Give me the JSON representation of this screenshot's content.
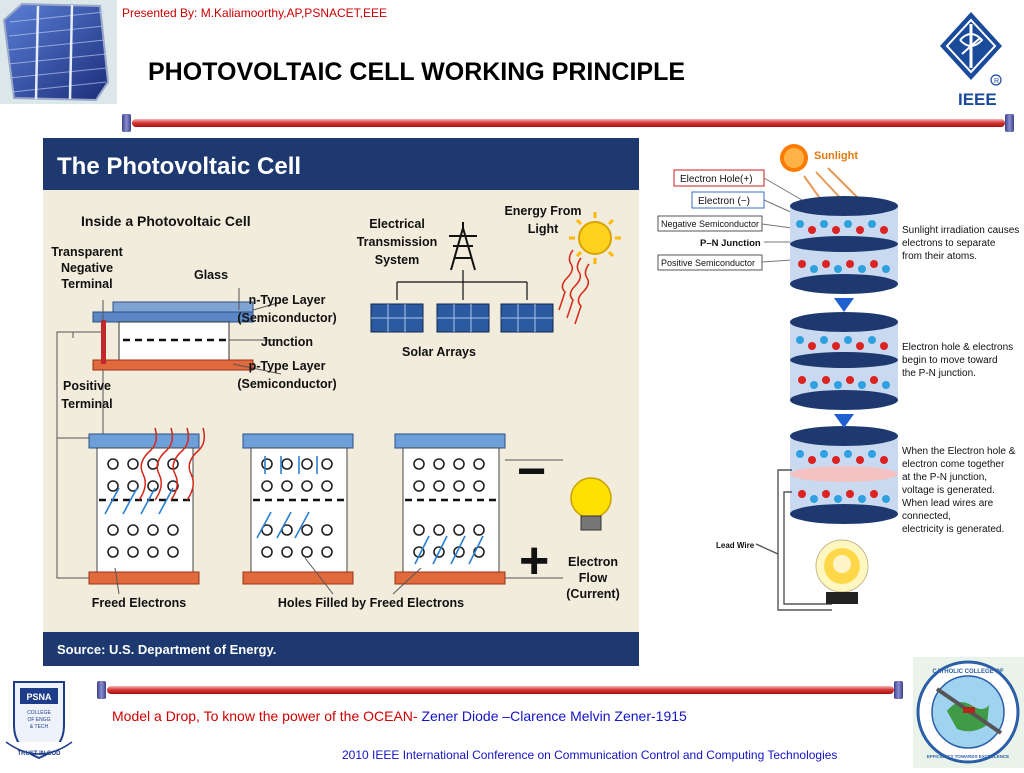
{
  "header": {
    "presenter": "Presented By: M.Kaliamoorthy,AP,PSNACET,EEE",
    "title": "PHOTOVOLTAIC CELL WORKING PRINCIPLE",
    "ieee_logo_text": "IEEE"
  },
  "left_panel": {
    "banner": "The Photovoltaic Cell",
    "inside_heading": "Inside a Photovoltaic Cell",
    "labels": {
      "transparent_terminal_1": "Transparent",
      "transparent_terminal_2": "Negative",
      "transparent_terminal_3": "Terminal",
      "glass": "Glass",
      "n_type_1": "n-Type Layer",
      "n_type_2": "(Semiconductor)",
      "junction": "Junction",
      "p_type_1": "p-Type Layer",
      "p_type_2": "(Semiconductor)",
      "positive_terminal_1": "Positive",
      "positive_terminal_2": "Terminal",
      "transmission_1": "Electrical",
      "transmission_2": "Transmission",
      "transmission_3": "System",
      "energy_1": "Energy From",
      "energy_2": "Light",
      "solar_arrays": "Solar Arrays",
      "freed_electrons": "Freed Electrons",
      "holes_filled": "Holes Filled by Freed Electrons",
      "electron_flow_1": "Electron",
      "electron_flow_2": "Flow",
      "electron_flow_3": "(Current)"
    },
    "source": "Source: U.S. Department of Energy."
  },
  "right_panel": {
    "sunlight": "Sunlight",
    "legend": {
      "electron_hole": "Electron Hole(+)",
      "electron": "Electron (−)",
      "negative_semiconductor": "Negative Semiconductor",
      "pn_junction": "P–N Junction",
      "positive_semiconductor": "Positive Semiconductor"
    },
    "step1": [
      "Sunlight irradiation causes",
      "electrons to separate",
      "from their atoms."
    ],
    "step2": [
      "Electron hole & electrons",
      "begin to move toward",
      "the P-N junction."
    ],
    "step3": [
      "When the Electron hole &",
      "electron come together",
      "at the P-N junction,",
      "voltage is generated.",
      "When lead wires are",
      "connected,",
      "electricity is generated."
    ],
    "lead_wire": "Lead Wire"
  },
  "footer": {
    "tagline_red_1": "Model a Drop, ",
    "tagline_red_2": "To know the power of the OCEAN- ",
    "tagline_blue": "Zener Diode –Clarence Melvin Zener-1915",
    "conference": "2010 IEEE International Conference on Communication Control and Computing Technologies",
    "college_logo_left": [
      "PSNA",
      "COLLEGE",
      "OF ENGG",
      "& TECH",
      "TRUST IN GOD"
    ],
    "college_logo_right": [
      "CATHOLIC COLLEGE OF",
      "EFFICIENCY TOWARDS EXCELLENCE"
    ]
  },
  "colors": {
    "navy_banner": "#1d3970",
    "panel_bg": "#f1ecdb",
    "accent_red": "#cc0000",
    "footer_blue": "#1414c8",
    "ieee_blue": "#1a4a9a"
  }
}
